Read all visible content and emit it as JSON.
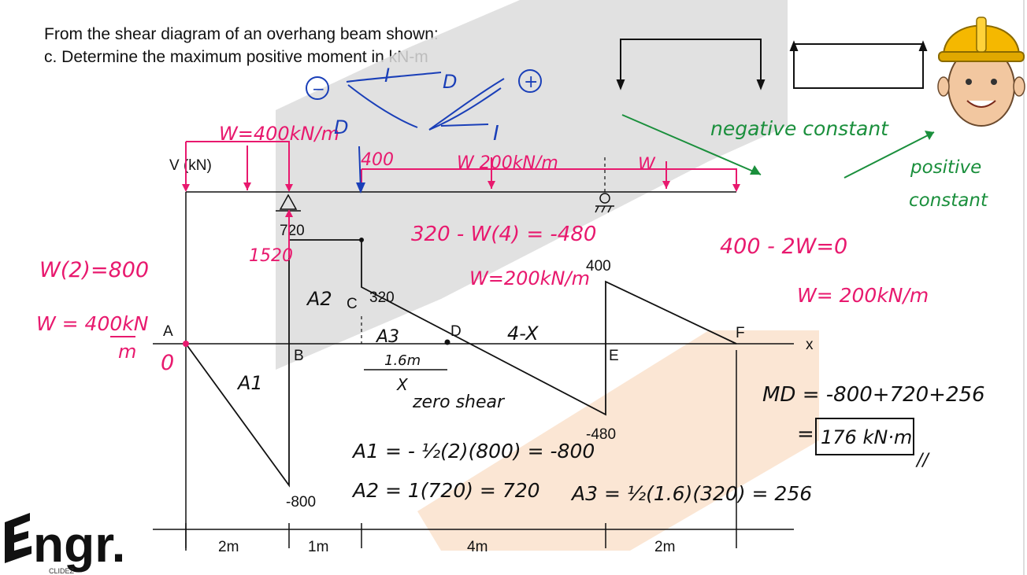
{
  "problem": {
    "line1": "From the shear diagram of an overhang beam shown:",
    "line2": "c. Determine the maximum positive moment in kN-m"
  },
  "diagram": {
    "v_axis_label": "V (kN)",
    "x_axis_label": "x",
    "points": {
      "A": "A",
      "B": "B",
      "C": "C",
      "D": "D",
      "E": "E",
      "F": "F"
    },
    "values": {
      "v720": "720",
      "v320": "320",
      "v400": "400",
      "vn800": "-800",
      "vn480": "-480"
    },
    "areas": {
      "a1": "A1",
      "a2": "A2",
      "a3": "A3"
    },
    "spans": [
      "2m",
      "1m",
      "4m",
      "2m"
    ],
    "zero_label": "0",
    "four_minus_x": "4-X",
    "x_label": "X",
    "zero_shear": "zero shear",
    "d16": "1.6m"
  },
  "notes": {
    "w2_800": "W(2)=800",
    "w400_num": "W = 400kN",
    "w400_den": "m",
    "w_top_400": "W=400kN/m",
    "d_top": "D",
    "load_400": "400",
    "w_200_top": "W  200kN/m",
    "w_right": "W",
    "r1520": "1520",
    "eq_320": "320 - W(4) = -480",
    "eq_w200": "W=200kN/m",
    "eq_400_2w": "400 - 2W=0",
    "eq_w200_right": "W= 200kN/m",
    "neg_const": "negative constant",
    "pos_const_1": "positive",
    "pos_const_2": "constant",
    "minus_sym": "−",
    "plus_sym": "+",
    "i_sym": "I",
    "d_sym": "D",
    "a1_eq": "A1 = - ½(2)(800) = -800",
    "a2_eq": "A2 = 1(720) = 720",
    "a3_eq": "A3 = ½(1.6)(320) = 256",
    "md_eq": "MD = -800+720+256",
    "md_result": "176 kN·m",
    "md_eq_sign": "=",
    "marks": "//"
  },
  "logo": {
    "text": "Engr.",
    "sub": "CLIDEZ"
  },
  "colors": {
    "pink": "#e8196e",
    "blue": "#1a3fb8",
    "green": "#1a8f3c",
    "grey_band": "#dcdcdc",
    "orange_band": "#fbe3cf"
  }
}
